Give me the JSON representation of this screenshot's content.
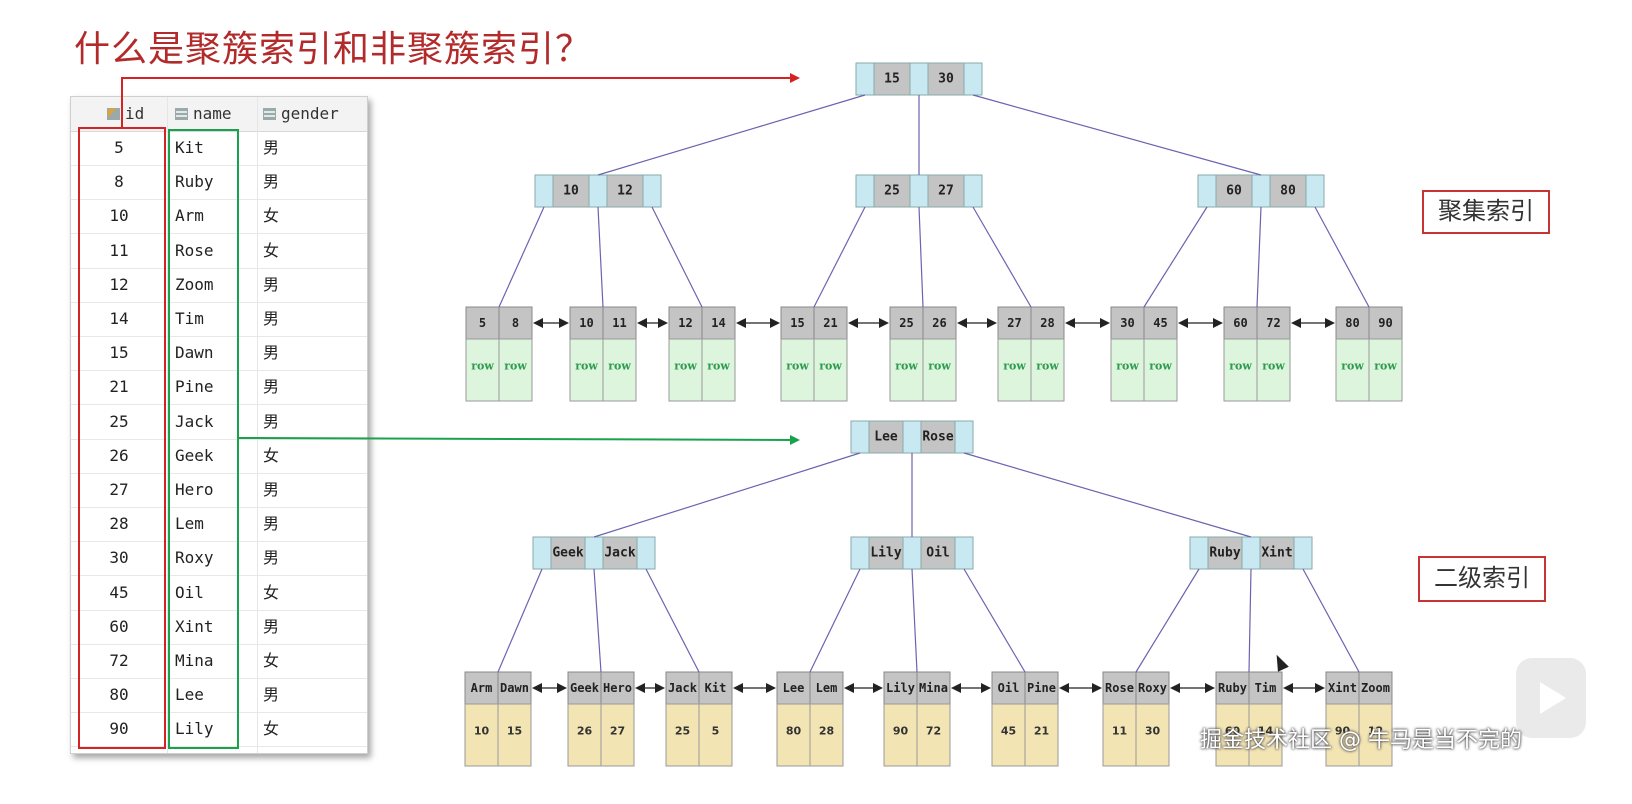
{
  "title": "什么是聚簇索引和非聚簇索引？",
  "table": {
    "headers": [
      "id",
      "name",
      "gender"
    ],
    "rows": [
      [
        "5",
        "Kit",
        "男"
      ],
      [
        "8",
        "Ruby",
        "男"
      ],
      [
        "10",
        "Arm",
        "女"
      ],
      [
        "11",
        "Rose",
        "女"
      ],
      [
        "12",
        "Zoom",
        "男"
      ],
      [
        "14",
        "Tim",
        "男"
      ],
      [
        "15",
        "Dawn",
        "男"
      ],
      [
        "21",
        "Pine",
        "男"
      ],
      [
        "25",
        "Jack",
        "男"
      ],
      [
        "26",
        "Geek",
        "女"
      ],
      [
        "27",
        "Hero",
        "男"
      ],
      [
        "28",
        "Lem",
        "男"
      ],
      [
        "30",
        "Roxy",
        "男"
      ],
      [
        "45",
        "Oil",
        "女"
      ],
      [
        "60",
        "Xint",
        "男"
      ],
      [
        "72",
        "Mina",
        "女"
      ],
      [
        "80",
        "Lee",
        "男"
      ],
      [
        "90",
        "Lily",
        "女"
      ]
    ]
  },
  "clustered": {
    "label": "聚集索引",
    "root": [
      "15",
      "30"
    ],
    "internal": [
      [
        "10",
        "12"
      ],
      [
        "25",
        "27"
      ],
      [
        "60",
        "80"
      ]
    ],
    "leaves": [
      [
        "5",
        "8"
      ],
      [
        "10",
        "11"
      ],
      [
        "12",
        "14"
      ],
      [
        "15",
        "21"
      ],
      [
        "25",
        "26"
      ],
      [
        "27",
        "28"
      ],
      [
        "30",
        "45"
      ],
      [
        "60",
        "72"
      ],
      [
        "80",
        "90"
      ]
    ],
    "row_text": "row"
  },
  "secondary": {
    "label": "二级索引",
    "root": [
      "Lee",
      "Rose"
    ],
    "internal": [
      [
        "Geek",
        "Jack"
      ],
      [
        "Lily",
        "Oil"
      ],
      [
        "Ruby",
        "Xint"
      ]
    ],
    "leaves": [
      [
        "Arm",
        "Dawn"
      ],
      [
        "Geek",
        "Hero"
      ],
      [
        "Jack",
        "Kit"
      ],
      [
        "Lee",
        "Lem"
      ],
      [
        "Lily",
        "Mina"
      ],
      [
        "Oil",
        "Pine"
      ],
      [
        "Rose",
        "Roxy"
      ],
      [
        "Ruby",
        "Tim"
      ],
      [
        "Xint",
        "Zoom"
      ]
    ],
    "leaf_values": [
      [
        "10",
        "15"
      ],
      [
        "26",
        "27"
      ],
      [
        "25",
        "5"
      ],
      [
        "80",
        "28"
      ],
      [
        "90",
        "72"
      ],
      [
        "45",
        "21"
      ],
      [
        "11",
        "30"
      ],
      [
        "60",
        "14"
      ],
      [
        "90",
        "12"
      ]
    ]
  },
  "watermark": "掘金技术社区 @ 牛马是当不完的",
  "colors": {
    "title": "#b22a2a",
    "red_outline": "#d42323",
    "green_outline": "#1aa24a",
    "pointer_cell": "#c9e9f2",
    "key_cell": "#c4c4c4",
    "row_cell": "#dcf5dc",
    "row_text": "#2e9b4f",
    "value_cell": "#f3e4b4",
    "edge": "#6a64b0"
  }
}
